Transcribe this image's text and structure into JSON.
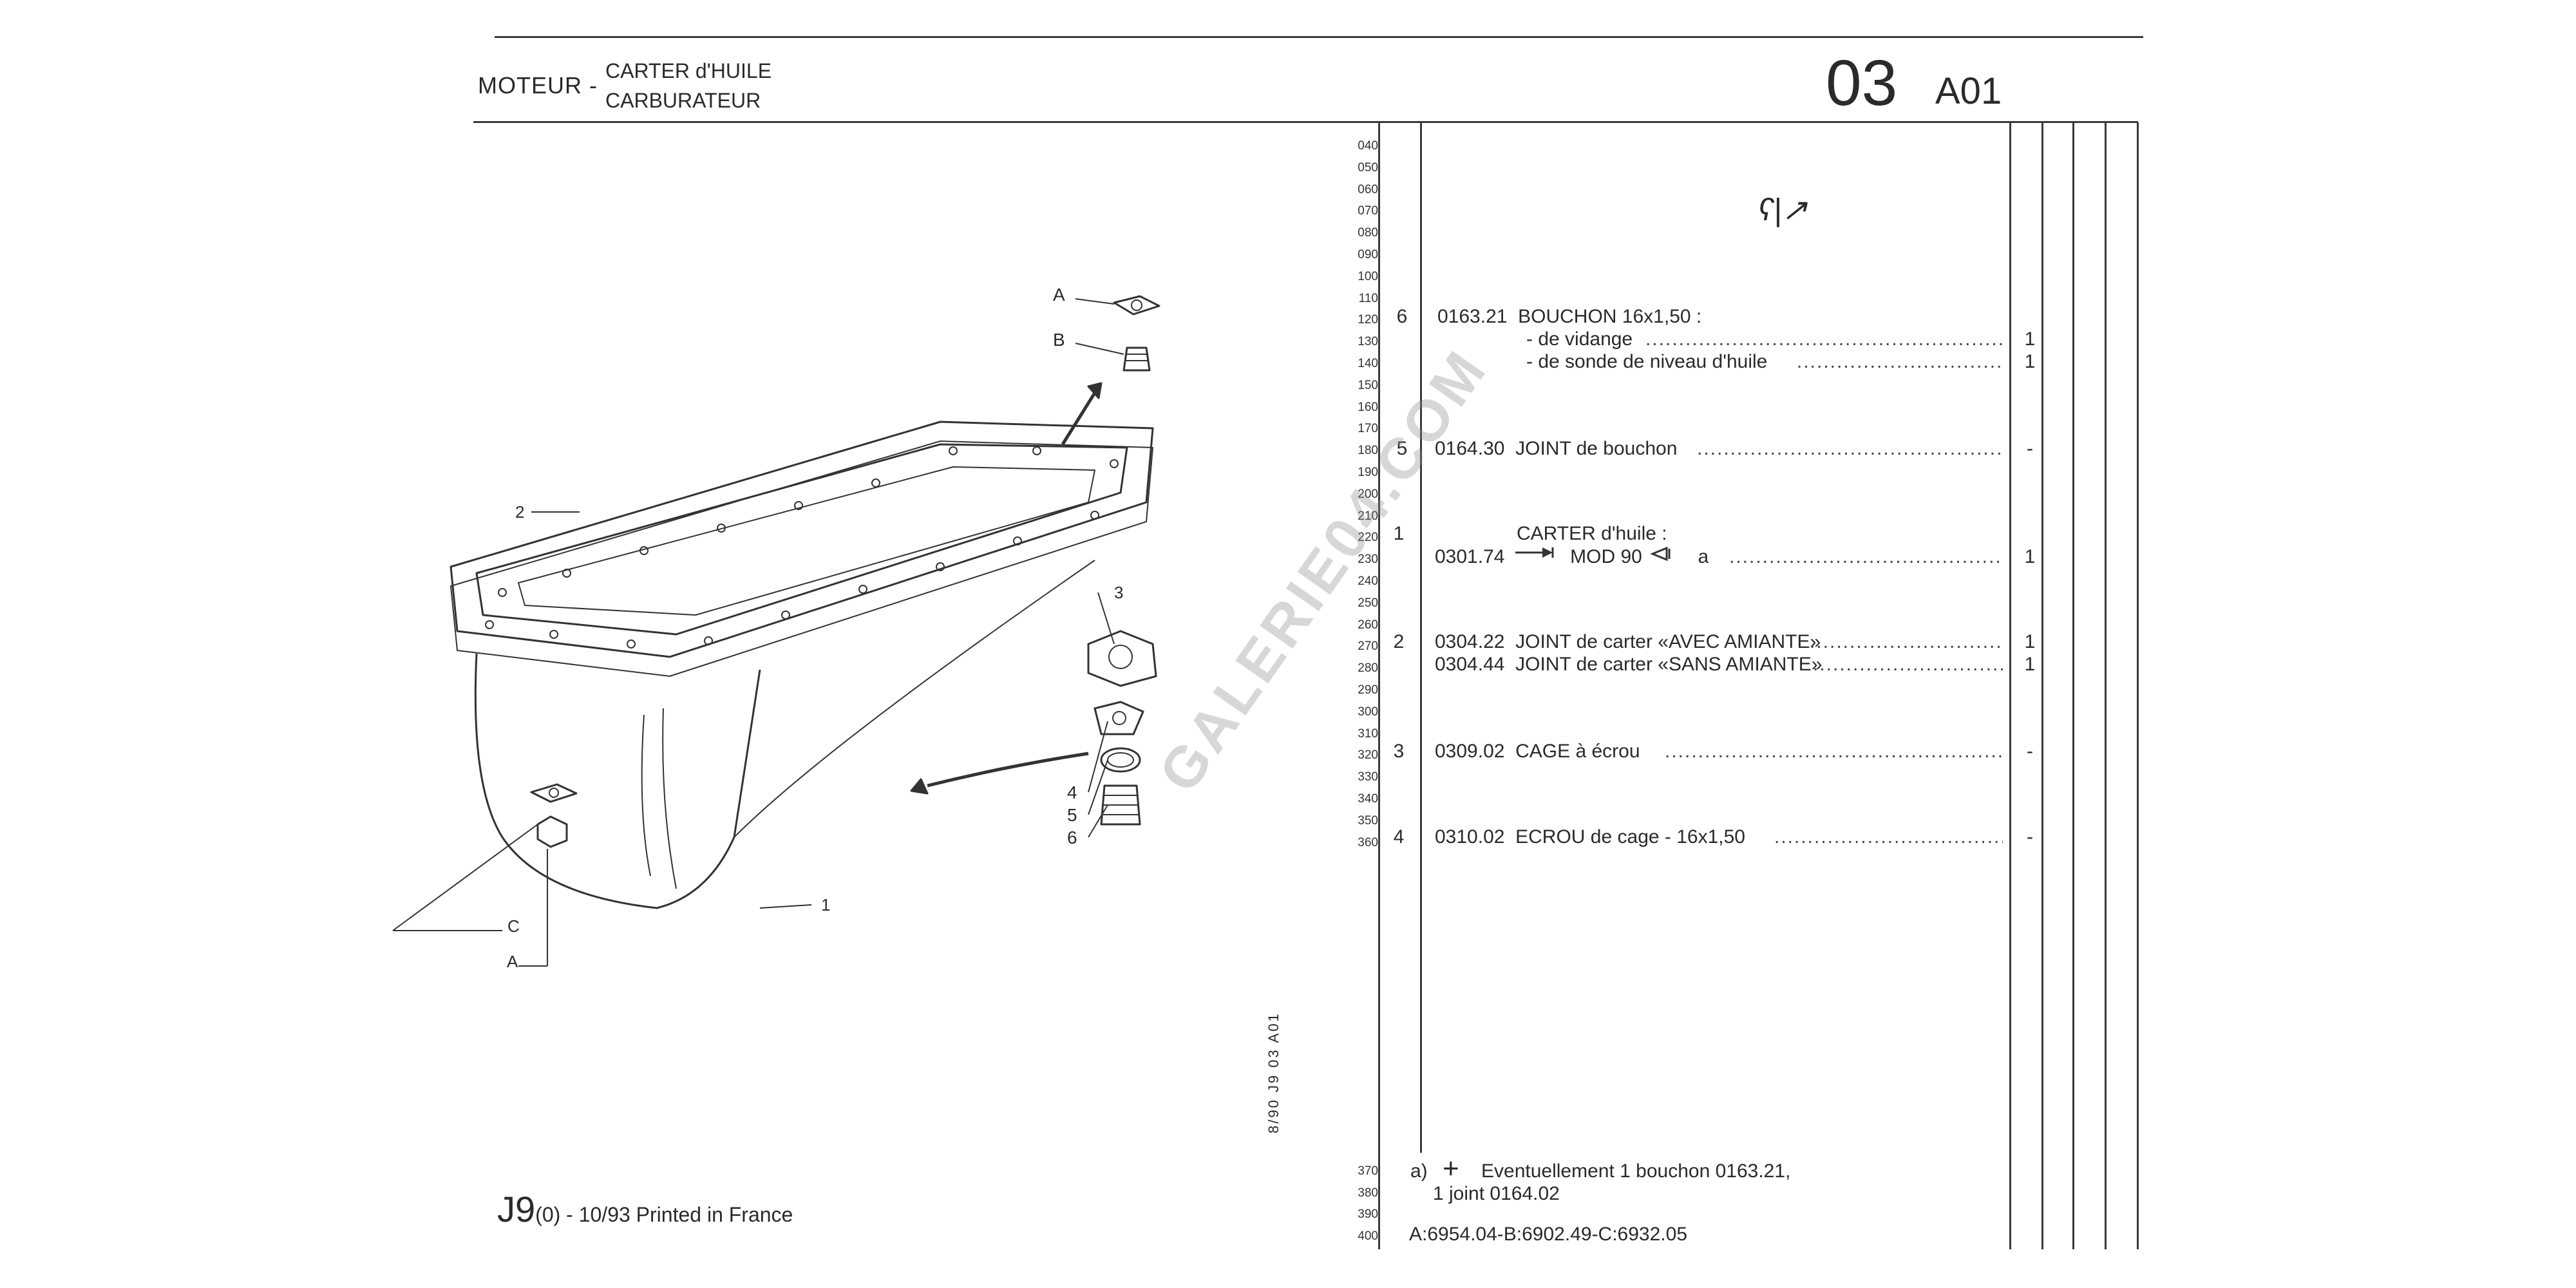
{
  "header": {
    "section": "MOTEUR -",
    "subtitle_line1": "CARTER d'HUILE",
    "subtitle_line2": "CARBURATEUR",
    "group_number": "03",
    "group_code": "A01"
  },
  "line_numbers": [
    "040",
    "050",
    "060",
    "070",
    "080",
    "090",
    "100",
    "110",
    "120",
    "130",
    "140",
    "150",
    "160",
    "170",
    "180",
    "190",
    "200",
    "210",
    "220",
    "230",
    "240",
    "250",
    "260",
    "270",
    "280",
    "290",
    "300",
    "310",
    "320",
    "330",
    "340",
    "350",
    "360"
  ],
  "line_numbers_bottom": [
    "370",
    "380",
    "390",
    "400"
  ],
  "top_mark": "ʕ|↗",
  "parts": [
    {
      "qty_ref": "6",
      "ref": "0163.21",
      "desc": "BOUCHON 16x1,50 :",
      "sub": [
        {
          "text": "- de vidange",
          "count": "1"
        },
        {
          "text": "- de sonde de niveau d'huile",
          "count": "1"
        }
      ]
    },
    {
      "qty_ref": "5",
      "ref": "0164.30",
      "desc": "JOINT de bouchon",
      "count": "-"
    },
    {
      "qty_ref": "1",
      "ref": "0301.74",
      "desc_title": "CARTER d'huile :",
      "desc": "MOD 90",
      "suffix": "a",
      "count": "1"
    },
    {
      "qty_ref": "2",
      "lines": [
        {
          "ref": "0304.22",
          "desc": "JOINT de carter «AVEC AMIANTE»",
          "count": "1"
        },
        {
          "ref": "0304.44",
          "desc": "JOINT de carter «SANS AMIANTE»",
          "count": "1"
        }
      ]
    },
    {
      "qty_ref": "3",
      "ref": "0309.02",
      "desc": "CAGE à écrou",
      "count": "-"
    },
    {
      "qty_ref": "4",
      "ref": "0310.02",
      "desc": "ECROU de cage - 16x1,50",
      "count": "-"
    }
  ],
  "diagram_labels": {
    "A_top": "A",
    "B_top": "B",
    "n2": "2",
    "n3": "3",
    "n4": "4",
    "n5": "5",
    "n6": "6",
    "n1": "1",
    "C": "C",
    "A_bottom": "A"
  },
  "vertical_stamp": "8/90  J9  03 A01",
  "notes": {
    "a_marker": "a)",
    "plus": "+",
    "line1": "Eventuellement 1 bouchon 0163.21,",
    "line2": "1 joint 0164.02",
    "codes": "A:6954.04-B:6902.49-C:6932.05"
  },
  "footer": {
    "big": "J9",
    "small": "(0) - 10/93 Printed in France"
  },
  "watermark": "GALERIE04.COM",
  "colors": {
    "ink": "#2a2a2a",
    "paper": "#ffffff"
  }
}
